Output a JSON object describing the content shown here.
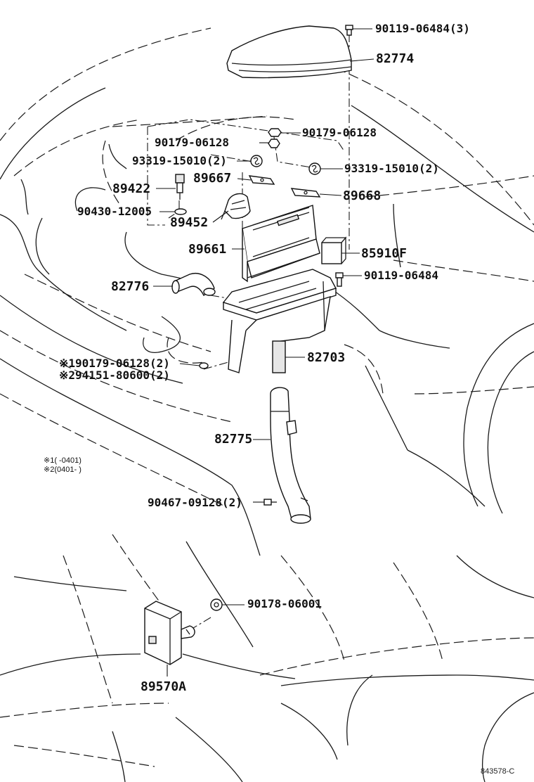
{
  "labels": {
    "p90119_06484_3": "90119-06484(3)",
    "p82774": "82774",
    "p90179_06128_a": "90179-06128",
    "p90179_06128_b": "90179-06128",
    "p93319_15010_a": "93319-15010(2)",
    "p93319_15010_b": "93319-15010(2)",
    "p89667": "89667",
    "p89422": "89422",
    "p89668": "89668",
    "p90430_12005": "90430-12005",
    "p89452": "89452",
    "p89661": "89661",
    "p85910F": "85910F",
    "p90119_06484": "90119-06484",
    "p82776": "82776",
    "p82703": "82703",
    "p90179_06128_2": "※190179-06128(2)",
    "p94151_80600_2": "※294151-80600(2)",
    "p82775": "82775",
    "note1": "※1(      -0401)",
    "note2": "※2(0401-      )",
    "p90467_09128_2": "90467-09128(2)",
    "p90178_06001": "90178-06001",
    "p89570A": "89570A",
    "ref": "843578-C"
  },
  "colors": {
    "ink": "#111111",
    "background": "#ffffff"
  }
}
